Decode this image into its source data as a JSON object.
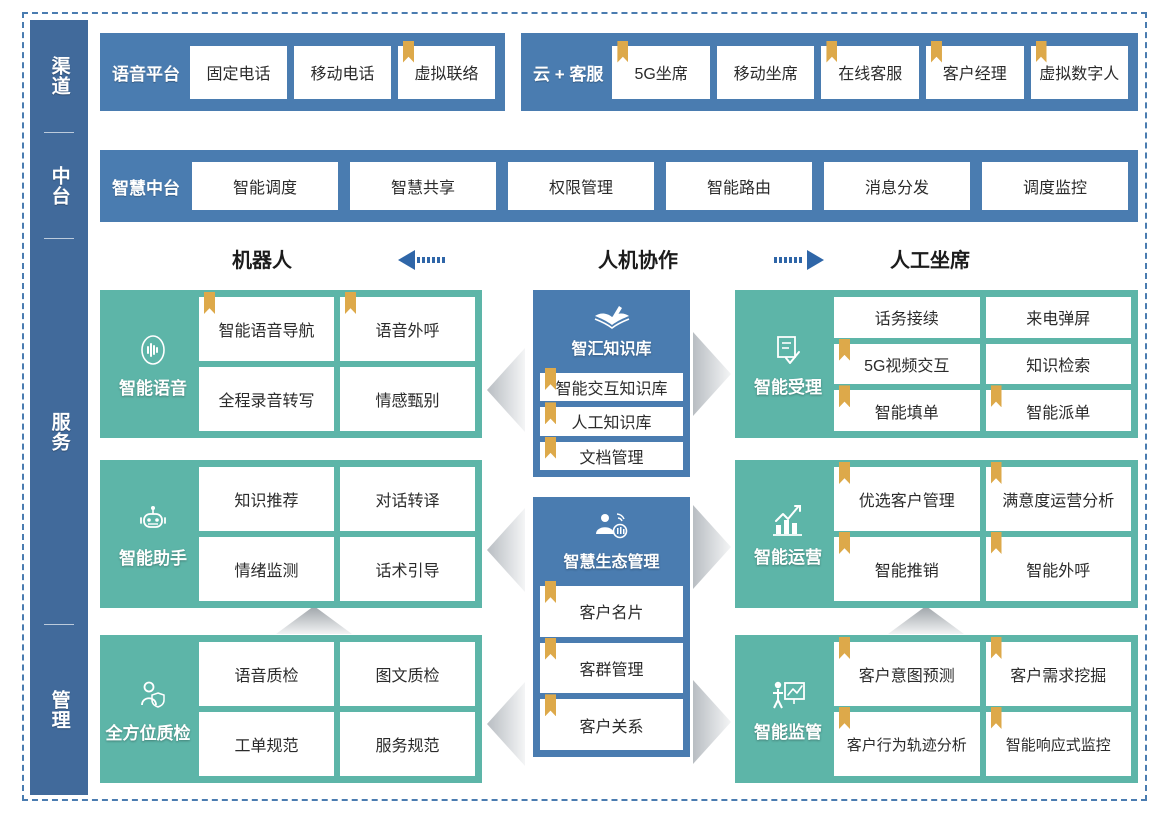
{
  "sidebar": {
    "sections": [
      {
        "label": "渠道",
        "name": "channel"
      },
      {
        "label": "中台",
        "name": "middle-platform"
      },
      {
        "label": "服务",
        "name": "service"
      },
      {
        "label": "管理",
        "name": "management"
      }
    ]
  },
  "colors": {
    "blue": "#4A7CB0",
    "sidebar_blue": "#416A9B",
    "teal": "#5DB5A8",
    "bookmark_gold": "#DDA94A",
    "arrow_blue": "#2F66A8",
    "chevron_gray": "#b8bdc2"
  },
  "channel_row": {
    "groups": [
      {
        "title": "语音平台",
        "items": [
          {
            "label": "固定电话",
            "bookmark": false
          },
          {
            "label": "移动电话",
            "bookmark": false
          },
          {
            "label": "虚拟联络",
            "bookmark": true
          }
        ]
      },
      {
        "title": "云 + 客服",
        "items": [
          {
            "label": "5G坐席",
            "bookmark": true
          },
          {
            "label": "移动坐席",
            "bookmark": false
          },
          {
            "label": "在线客服",
            "bookmark": true
          },
          {
            "label": "客户经理",
            "bookmark": true
          },
          {
            "label": "虚拟数字人",
            "bookmark": true
          }
        ]
      }
    ]
  },
  "middle_row": {
    "title": "智慧中台",
    "items": [
      {
        "label": "智能调度",
        "bookmark": false
      },
      {
        "label": "智慧共享",
        "bookmark": false
      },
      {
        "label": "权限管理",
        "bookmark": false
      },
      {
        "label": "智能路由",
        "bookmark": false
      },
      {
        "label": "消息分发",
        "bookmark": false
      },
      {
        "label": "调度监控",
        "bookmark": false
      }
    ]
  },
  "headers": {
    "robot": "机器人",
    "collaboration": "人机协作",
    "agent": "人工坐席"
  },
  "left_column": {
    "groups": [
      {
        "name": "智能语音",
        "icon": "voice-wave-icon",
        "items": [
          {
            "label": "智能语音导航",
            "bookmark": true
          },
          {
            "label": "语音外呼",
            "bookmark": true
          },
          {
            "label": "全程录音转写",
            "bookmark": false
          },
          {
            "label": "情感甄别",
            "bookmark": false
          }
        ]
      },
      {
        "name": "智能助手",
        "icon": "robot-icon",
        "items": [
          {
            "label": "知识推荐",
            "bookmark": false
          },
          {
            "label": "对话转译",
            "bookmark": false
          },
          {
            "label": "情绪监测",
            "bookmark": false
          },
          {
            "label": "话术引导",
            "bookmark": false
          }
        ]
      },
      {
        "name": "全方位质检",
        "icon": "person-shield-icon",
        "items": [
          {
            "label": "语音质检",
            "bookmark": false
          },
          {
            "label": "图文质检",
            "bookmark": false
          },
          {
            "label": "工单规范",
            "bookmark": false
          },
          {
            "label": "服务规范",
            "bookmark": false
          }
        ]
      }
    ]
  },
  "center_column": {
    "stacks": [
      {
        "name": "智汇知识库",
        "icon": "book-pen-icon",
        "items": [
          {
            "label": "智能交互知识库",
            "bookmark": true
          },
          {
            "label": "人工知识库",
            "bookmark": true
          },
          {
            "label": "文档管理",
            "bookmark": true
          }
        ]
      },
      {
        "name": "智慧生态管理",
        "icon": "person-signal-icon",
        "items": [
          {
            "label": "客户名片",
            "bookmark": true
          },
          {
            "label": "客群管理",
            "bookmark": true
          },
          {
            "label": "客户关系",
            "bookmark": true
          }
        ]
      }
    ]
  },
  "right_column": {
    "groups": [
      {
        "name": "智能受理",
        "icon": "form-check-icon",
        "items": [
          {
            "label": "话务接续",
            "bookmark": false
          },
          {
            "label": "来电弹屏",
            "bookmark": false
          },
          {
            "label": "5G视频交互",
            "bookmark": true
          },
          {
            "label": "知识检索",
            "bookmark": false
          },
          {
            "label": "智能填单",
            "bookmark": true
          },
          {
            "label": "智能派单",
            "bookmark": true
          }
        ]
      },
      {
        "name": "智能运营",
        "icon": "growth-chart-icon",
        "items": [
          {
            "label": "优选客户管理",
            "bookmark": true
          },
          {
            "label": "满意度运营分析",
            "bookmark": true
          },
          {
            "label": "智能推销",
            "bookmark": true
          },
          {
            "label": "智能外呼",
            "bookmark": true
          }
        ]
      },
      {
        "name": "智能监管",
        "icon": "presenter-chart-icon",
        "items": [
          {
            "label": "客户意图预测",
            "bookmark": true
          },
          {
            "label": "客户需求挖掘",
            "bookmark": true
          },
          {
            "label": "客户行为轨迹分析",
            "bookmark": true
          },
          {
            "label": "智能响应式监控",
            "bookmark": true
          }
        ]
      }
    ]
  }
}
